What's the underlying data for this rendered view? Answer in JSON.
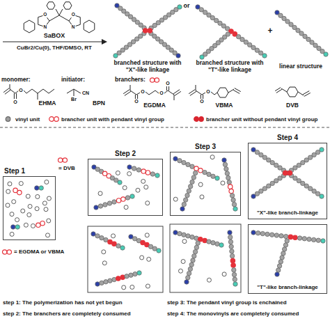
{
  "diagram": {
    "nodes": [
      {
        "text": [
          "Step 1"
        ]
      },
      {
        "text": [
          "Step 2"
        ]
      },
      {
        "text": [
          "Step 3"
        ]
      },
      {
        "text": [
          "Step 4",
          "\"X\"-like branch-linkage"
        ]
      },
      {
        "text": [
          "\"T\"-like branch-linkage"
        ]
      }
    ],
    "labels": [
      "SaBOX",
      "CuBr2/Cu(0), THF/DMSO, RT",
      "branched structure with \"X\"-like linkage",
      "or",
      "branched structure with \"T\"-like linkage",
      "+",
      "linear structure",
      "monomer:",
      "O",
      "O",
      "EHMA",
      "initiator:",
      "CN",
      "Br",
      "BPN",
      "branchers:",
      "O",
      "O",
      "O",
      "O",
      "EGDMA",
      "O",
      "O",
      "VBMA",
      "DVB",
      "= DVB",
      "= EGDMA or VBMA",
      "step 1: The polymerization has not yet begun",
      "step 2: The branchers are completely consumed",
      "step 3: The pendant vinyl group is enchained",
      "step 4: The monovinyls are completely consumed",
      "O",
      "N",
      "O",
      "N"
    ],
    "legend": [
      {
        "text": "vinyl unit",
        "color": "#9e9e9e"
      },
      {
        "text": "brancher unit with pendant vinyl group",
        "color": "#e5313a"
      },
      {
        "text": "brancher unit without pendant vinyl group",
        "color": "#d9252f"
      }
    ]
  }
}
